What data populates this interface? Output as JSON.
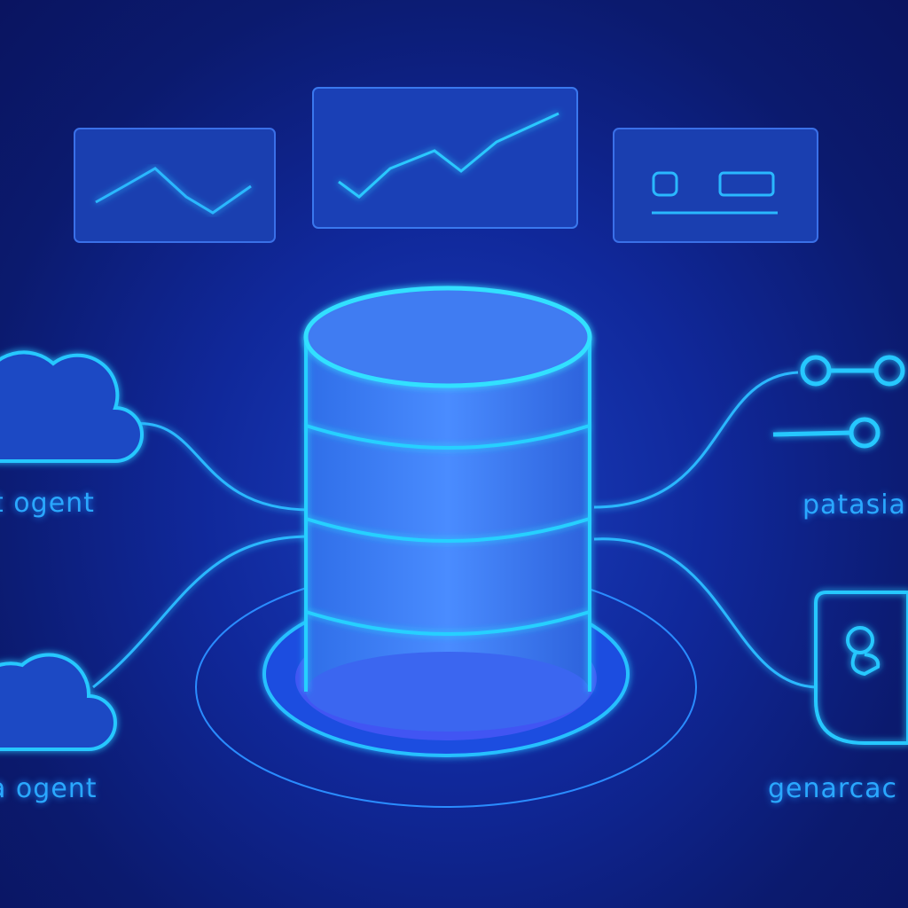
{
  "labels": {
    "left_top": "t ogent",
    "left_bottom": "a ogent",
    "right_top": "patasia",
    "right_bottom": "genarcac"
  },
  "icons": [
    "line-chart-panel",
    "trend-chart-panel",
    "toggle-panel",
    "database-icon",
    "cloud-icon",
    "cloud-icon",
    "node-link-icon",
    "shield-user-icon"
  ],
  "colors": {
    "background": "#10289a",
    "accent": "#22c8ff",
    "cylinder": "#3a7cf0"
  }
}
